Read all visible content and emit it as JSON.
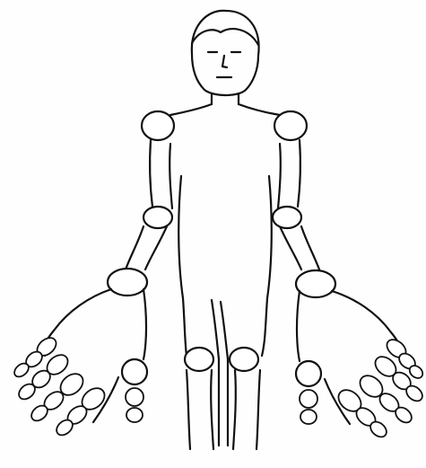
{
  "figure": {
    "subject": "human-body-outline",
    "view": "front",
    "line_color": "#111111",
    "background_color": "#ffffff",
    "joint_fill": "#ffffff",
    "marked_joint_groups": [
      "shoulders",
      "elbows",
      "wrists",
      "knees",
      "finger-joints"
    ]
  }
}
